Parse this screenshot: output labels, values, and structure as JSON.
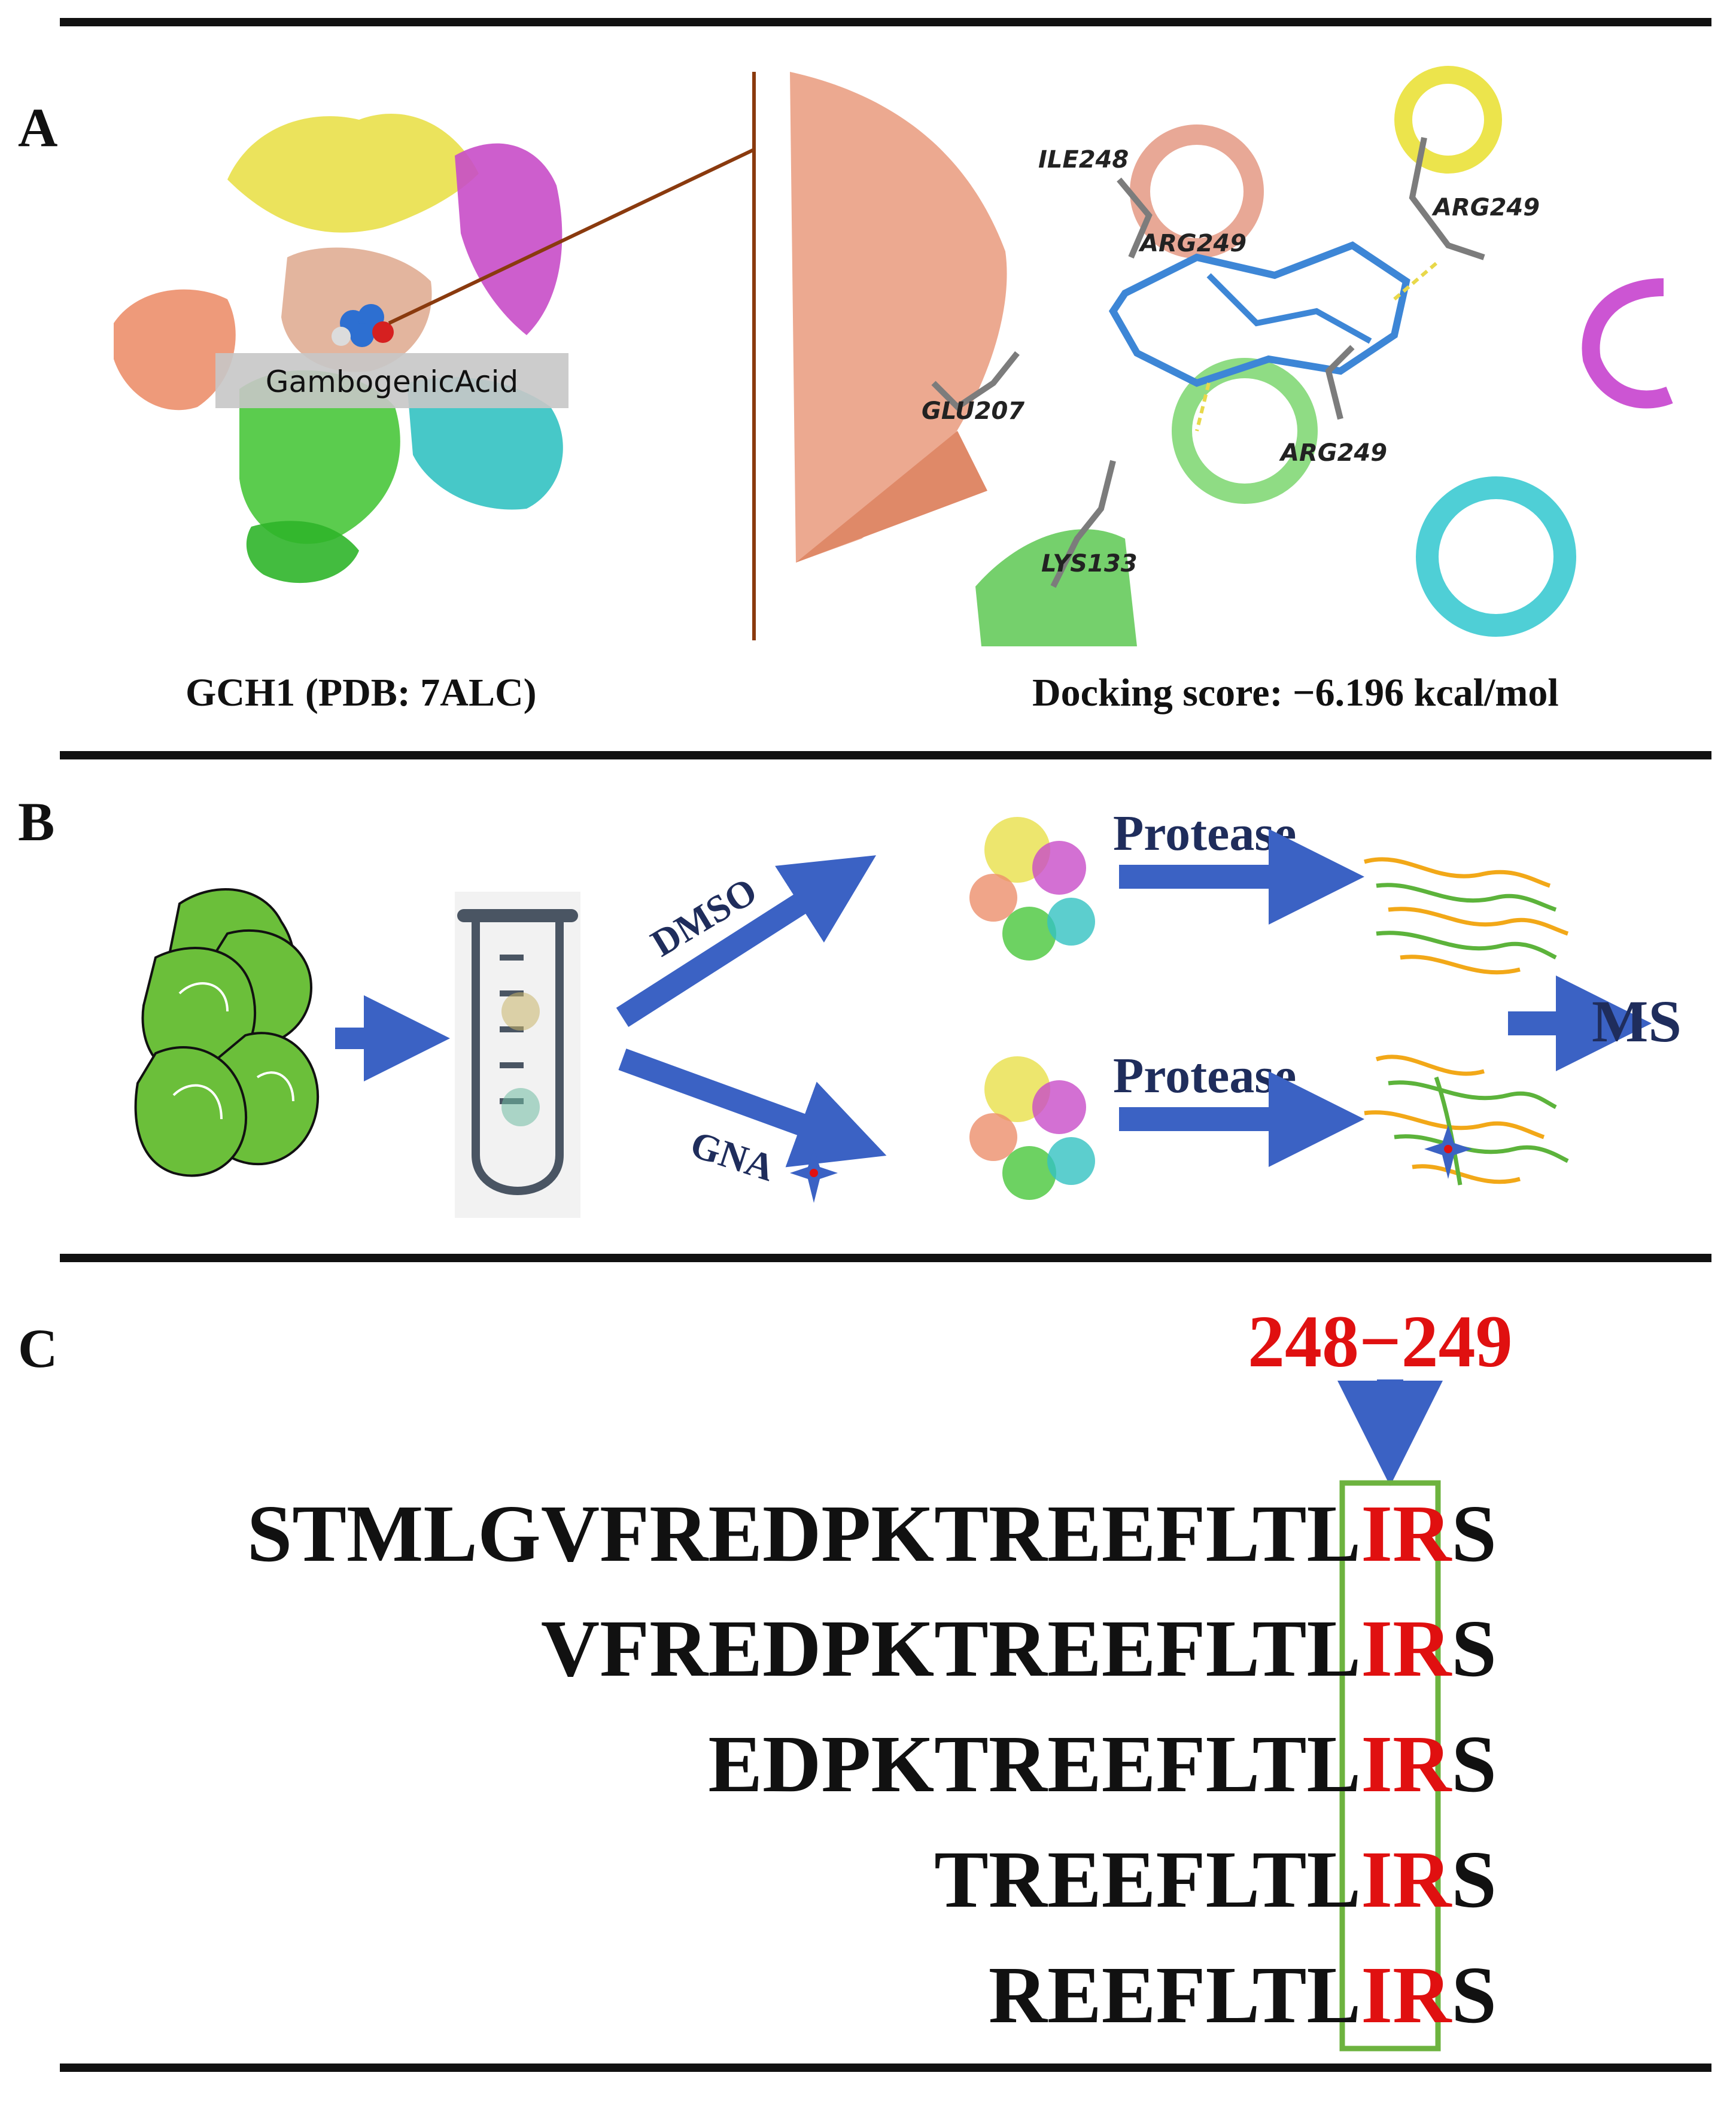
{
  "panels": {
    "a": {
      "label": "A",
      "ligand_label": "GambogenicAcid",
      "residues": [
        "ILE248",
        "ARG249",
        "ARG249",
        "GLU207",
        "ARG249",
        "LYS133"
      ],
      "protein_caption": "GCH1 (PDB: 7ALC)",
      "score_caption": "Docking score: −6.196 kcal/mol"
    },
    "b": {
      "label": "B",
      "dmso_label": "DMSO",
      "gna_label": "GNA",
      "protease_top": "Protease",
      "protease_bottom": "Protease",
      "ms_label": "MS"
    },
    "c": {
      "label": "C",
      "site_label": "248−249",
      "peptides": [
        {
          "prefix": "STMLGVFREDPKTREEFLTL",
          "highlight": "IR",
          "suffix": "S"
        },
        {
          "prefix": "VFREDPKTREEFLTL",
          "highlight": "IR",
          "suffix": "S"
        },
        {
          "prefix": "EDPKTREEFLTL",
          "highlight": "IR",
          "suffix": "S"
        },
        {
          "prefix": "TREEFLTL",
          "highlight": "IR",
          "suffix": "S"
        },
        {
          "prefix": "REEFLTL",
          "highlight": "IR",
          "suffix": "S"
        }
      ]
    }
  },
  "colors": {
    "arrow_blue": "#3b62c4",
    "highlight_red": "#e01010",
    "box_green": "#6db33f",
    "cell_green": "#6bbf3a"
  }
}
